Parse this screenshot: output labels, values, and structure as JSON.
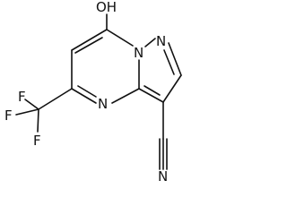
{
  "molecule": {
    "colors": {
      "bond": "#111111",
      "label": "#111111",
      "background": "#ffffff"
    },
    "atoms": {
      "hydroxyl": "OH",
      "n_bridge": "N",
      "n_pyrazole": "N",
      "n_pyrimidine": "N",
      "nitrile_n": "N",
      "fluorine_1": "F",
      "fluorine_2": "F",
      "fluorine_3": "F"
    }
  }
}
